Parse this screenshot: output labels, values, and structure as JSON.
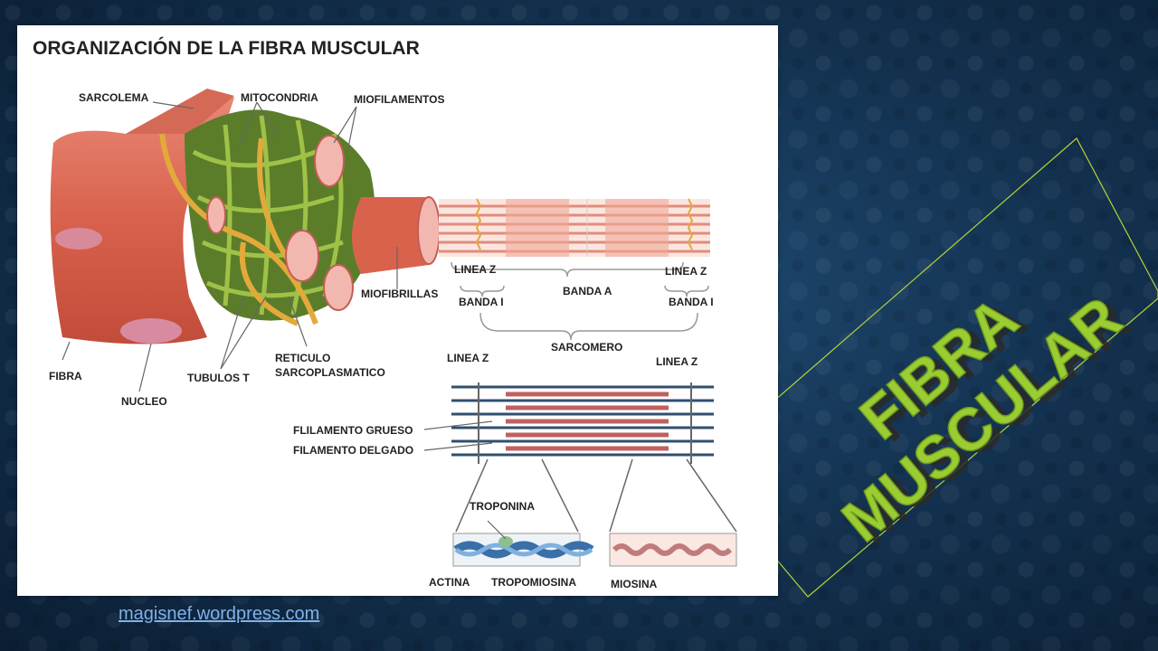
{
  "diagram": {
    "title": "ORGANIZACIÓN DE LA FIBRA MUSCULAR",
    "labels": {
      "sarcolema": "SARCOLEMA",
      "mitocondria": "MITOCONDRIA",
      "miofilamentos": "MIOFILAMENTOS",
      "miofibrillas": "MIOFIBRILLAS",
      "fibra": "FIBRA",
      "nucleo": "NUCLEO",
      "tubulos_t": "TUBULOS T",
      "reticulo_1": "RETICULO",
      "reticulo_2": "SARCOPLASMATICO",
      "linea_z_left": "LINEA Z",
      "linea_z_right": "LINEA Z",
      "banda_i_left": "BANDA I",
      "banda_a": "BANDA A",
      "banda_i_right": "BANDA I",
      "sarcomero": "SARCOMERO",
      "linea_z_lower_left": "LINEA Z",
      "linea_z_lower_right": "LINEA Z",
      "filamento_grueso": "FLILAMENTO GRUESO",
      "filamento_delgado": "FILAMENTO DELGADO",
      "troponina": "TROPONINA",
      "actina": "ACTINA",
      "tropomiosina": "TROPOMIOSINA",
      "miosina": "MIOSINA"
    }
  },
  "slide": {
    "title_line1": "FIBRA",
    "title_line2": "MUSCULAR",
    "title_color": "#9acd32",
    "frame_color": "#b5d334"
  },
  "source_link": "magisnef.wordpress.com"
}
